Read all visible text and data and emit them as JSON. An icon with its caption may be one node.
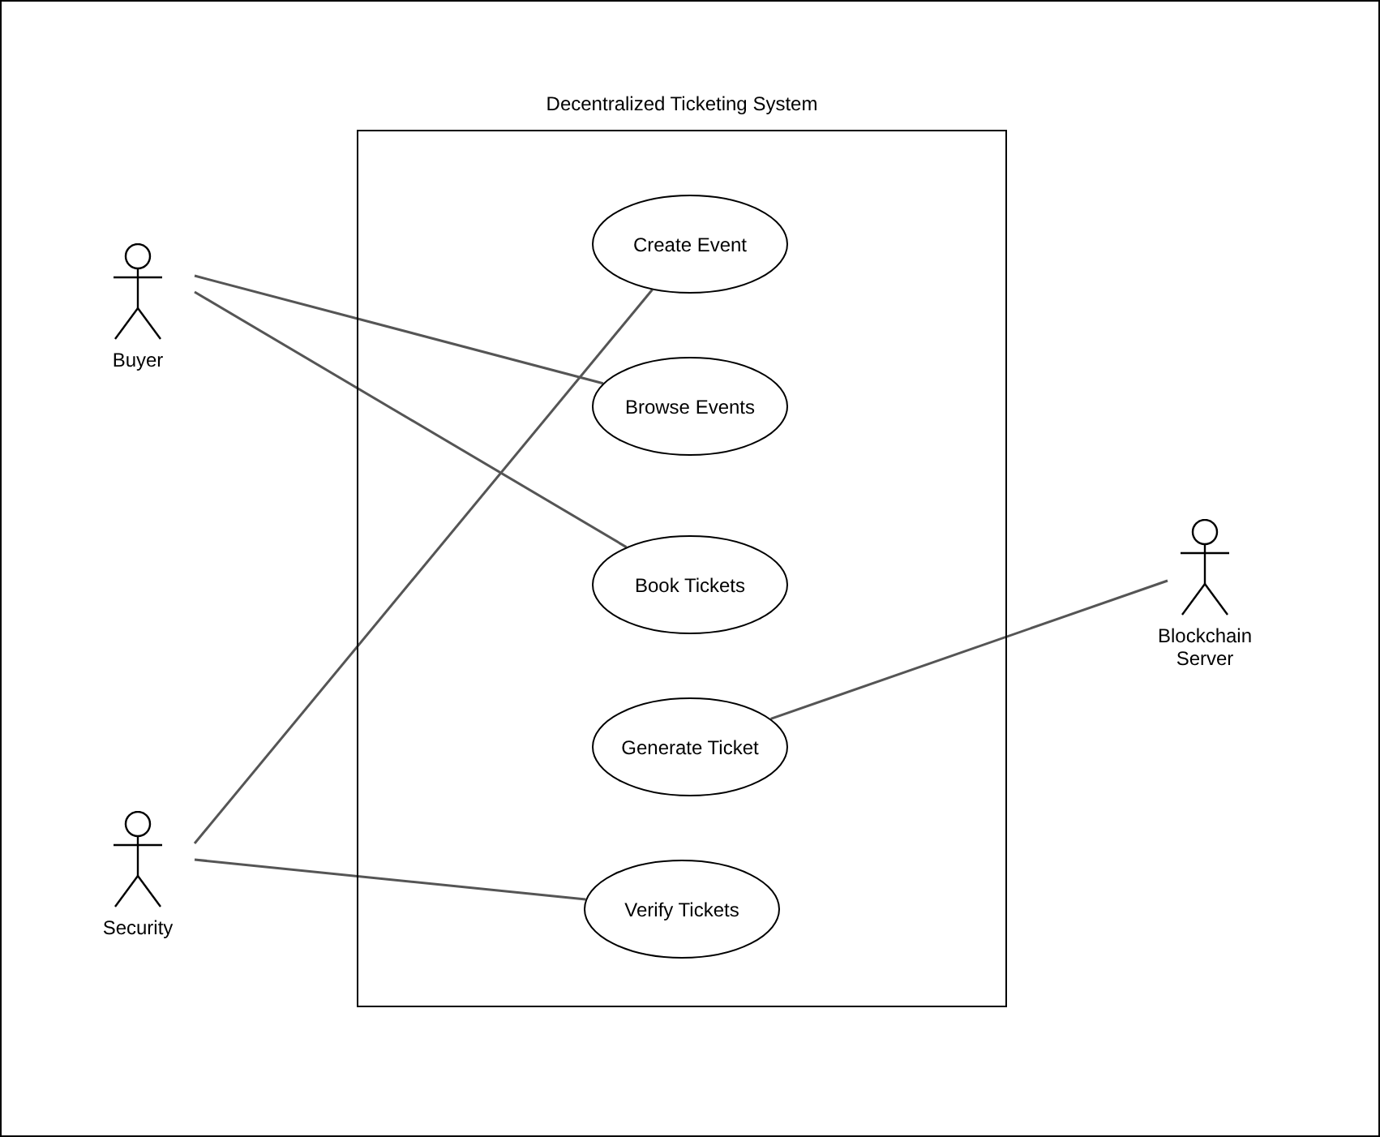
{
  "diagram": {
    "nodes": [
      {
        "text": [
          "Decentralized Ticketing System"
        ]
      },
      {
        "text": [
          "Create Event"
        ],
        "in": 0
      },
      {
        "text": [
          "Browse Events"
        ],
        "in": 0
      },
      {
        "text": [
          "Book Tickets"
        ],
        "in": 0
      },
      {
        "text": [
          "Generate Ticket"
        ],
        "in": 0
      },
      {
        "text": [
          "Verify Tickets"
        ],
        "in": 0
      },
      {
        "text": [
          "Buyer"
        ]
      },
      {
        "text": [
          "Security"
        ]
      },
      {
        "text": [
          "Blockchain Server"
        ]
      }
    ],
    "edges": [
      {
        "from": 6,
        "to": 2,
        "arrow": "none"
      },
      {
        "from": 6,
        "to": 3,
        "arrow": "none"
      },
      {
        "from": 7,
        "to": 1,
        "arrow": "none"
      },
      {
        "from": 7,
        "to": 5,
        "arrow": "none"
      },
      {
        "from": 4,
        "to": 8,
        "arrow": "none"
      }
    ]
  }
}
